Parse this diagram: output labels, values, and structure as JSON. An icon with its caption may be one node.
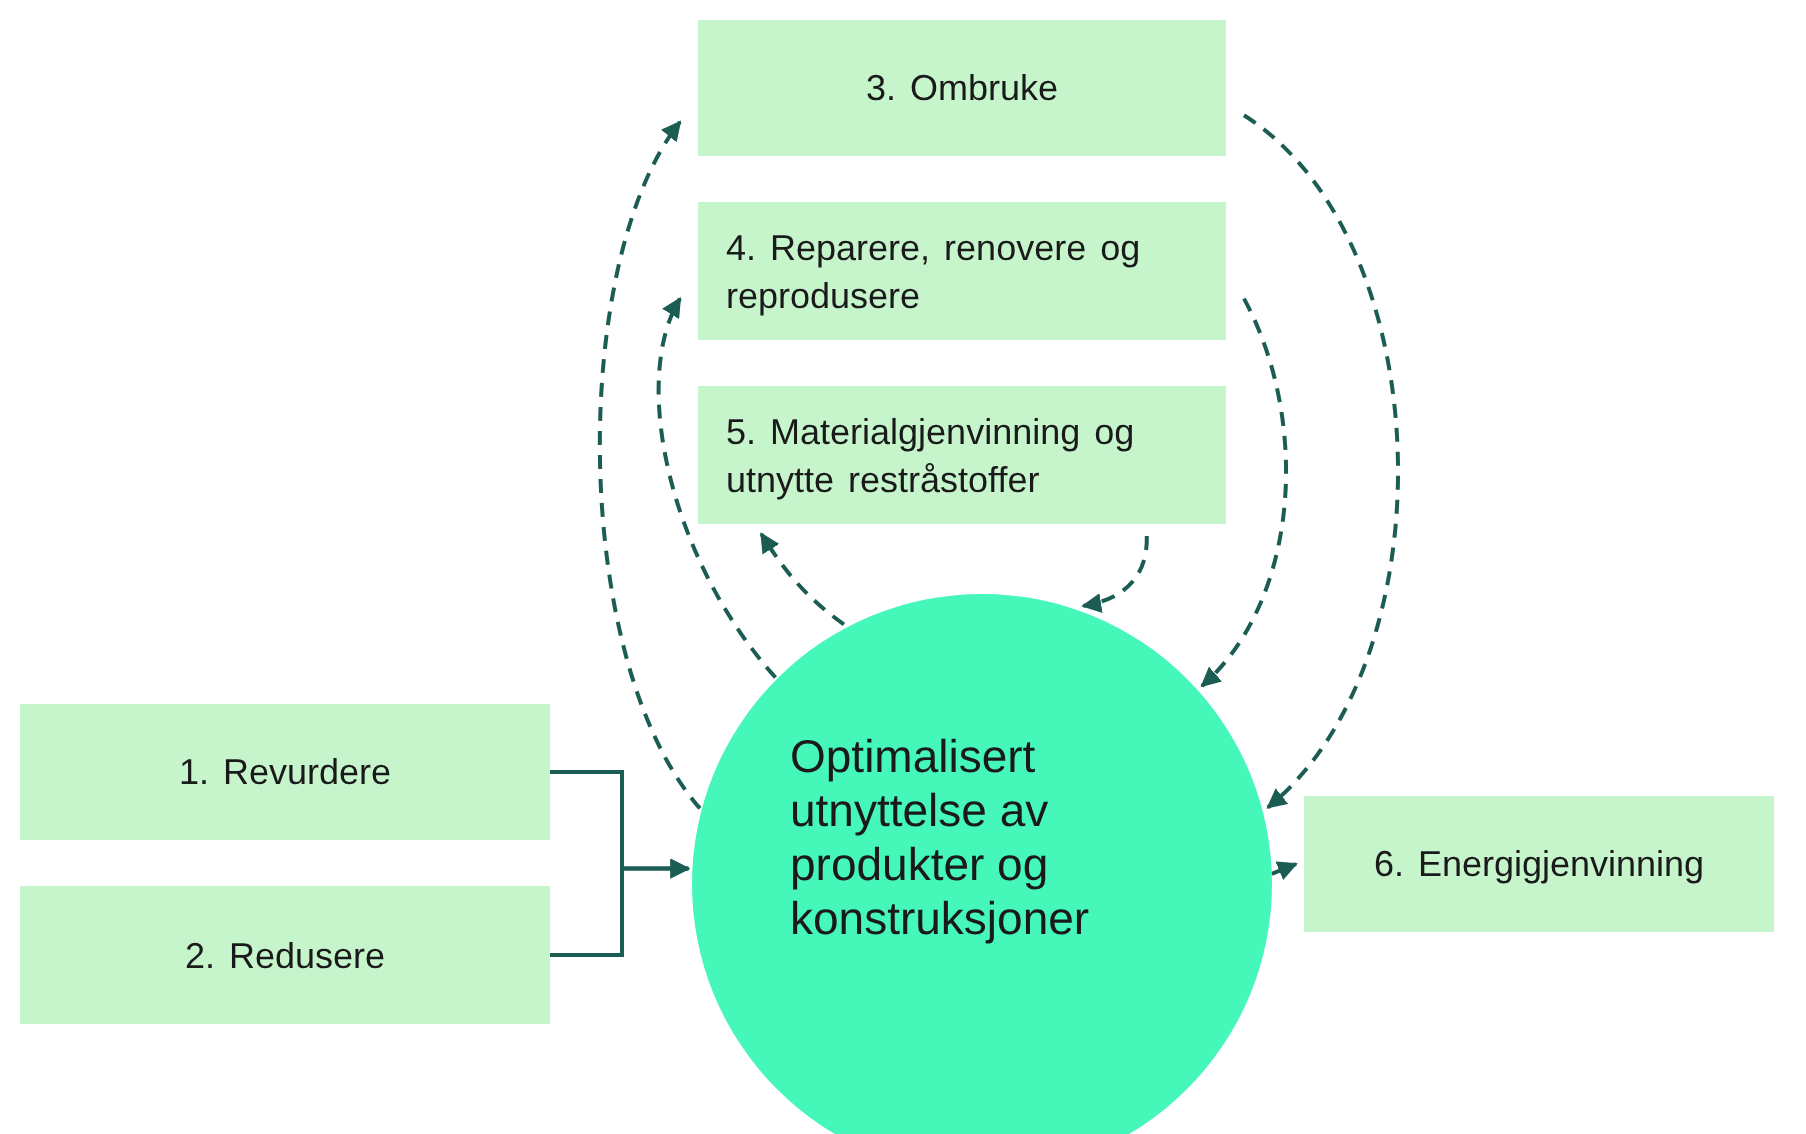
{
  "diagram": {
    "nodes": [
      {
        "text": [
          "1. Revurdere"
        ]
      },
      {
        "text": [
          "2. Redusere"
        ]
      },
      {
        "text": [
          "3. Ombruke"
        ]
      },
      {
        "text": [
          "4. Reparere, renovere og reprodusere"
        ]
      },
      {
        "text": [
          "5. Materialgjenvinning og utnytte restråstoffer"
        ]
      },
      {
        "text": [
          "Optimalisert utnyttelse av produkter og konstruksjoner"
        ]
      },
      {
        "text": [
          "6. Energigjenvinning"
        ]
      }
    ],
    "edges": [
      {
        "from": 0,
        "to": 5,
        "arrow": "to"
      },
      {
        "from": 1,
        "to": 5,
        "arrow": "to"
      },
      {
        "from": 5,
        "to": 2,
        "arrow": "to",
        "style": "dashed"
      },
      {
        "from": 5,
        "to": 3,
        "arrow": "to",
        "style": "dashed"
      },
      {
        "from": 5,
        "to": 4,
        "arrow": "to",
        "style": "dashed"
      },
      {
        "from": 4,
        "to": 5,
        "arrow": "to",
        "style": "dashed"
      },
      {
        "from": 3,
        "to": 5,
        "arrow": "to",
        "style": "dashed"
      },
      {
        "from": 2,
        "to": 5,
        "arrow": "to",
        "style": "dashed"
      },
      {
        "from": 5,
        "to": 6,
        "arrow": "to"
      }
    ]
  }
}
